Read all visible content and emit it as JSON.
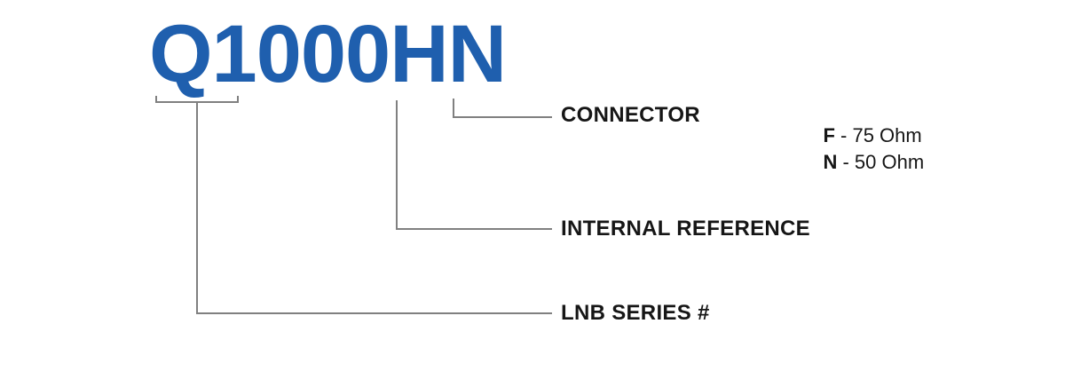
{
  "page": {
    "background_color": "#ffffff",
    "accent_color": "#1f5fae",
    "text_color": "#161616",
    "line_color": "#808080"
  },
  "part_number": {
    "text": "Q1000HN",
    "color": "#1f5fae"
  },
  "callouts": [
    {
      "key": "connector",
      "label": "CONNECTOR",
      "options": [
        {
          "code": "F",
          "separator": " - ",
          "description": "75 Ohm"
        },
        {
          "code": "N",
          "separator": " - ",
          "description": "50 Ohm"
        }
      ]
    },
    {
      "key": "internal_reference",
      "label": "INTERNAL REFERENCE",
      "options": []
    },
    {
      "key": "lnb_series",
      "label": "LNB SERIES #",
      "options": []
    }
  ],
  "labels": {
    "connector": "CONNECTOR",
    "internal_reference": "INTERNAL REFERENCE",
    "lnb_series": "LNB SERIES #"
  },
  "connector_options": {
    "f_code": "F",
    "f_sep": " - ",
    "f_desc": "75 Ohm",
    "n_code": "N",
    "n_sep": " - ",
    "n_desc": "50 Ohm"
  }
}
